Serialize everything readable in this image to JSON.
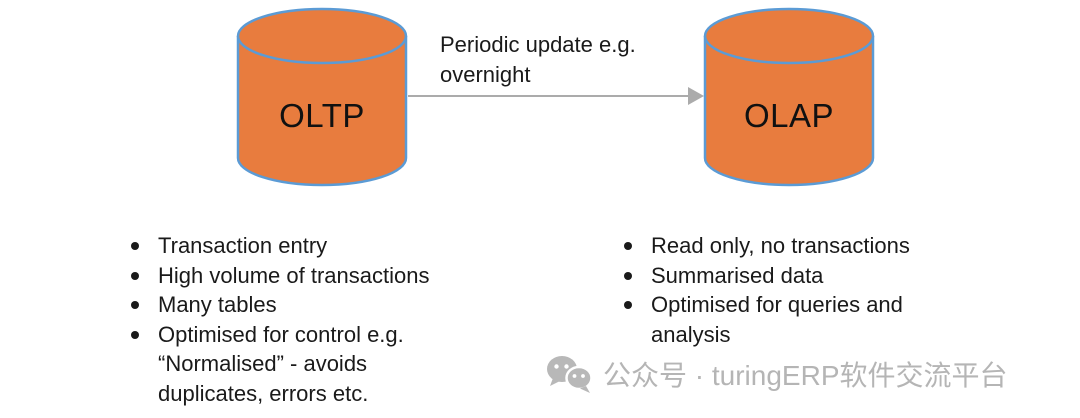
{
  "diagram": {
    "source_db": {
      "label": "OLTP"
    },
    "target_db": {
      "label": "OLAP"
    },
    "arrow": {
      "label": "Periodic update e.g. overnight"
    }
  },
  "oltp_list": {
    "items": [
      "Transaction entry",
      "High volume of transactions",
      "Many tables",
      "Optimised for control e.g. “Normalised” - avoids duplicates, errors etc."
    ]
  },
  "olap_list": {
    "items": [
      "Read only, no transactions",
      "Summarised data",
      "Optimised for queries and analysis"
    ]
  },
  "watermark": {
    "icon": "wechat-icon",
    "text": "公众号 · turingERP软件交流平台"
  },
  "colors": {
    "cylinder_fill": "#e87c3e",
    "cylinder_stroke": "#5b9bd5",
    "arrow": "#ababab",
    "text": "#1a1a1a",
    "watermark": "#b5b5b5"
  }
}
